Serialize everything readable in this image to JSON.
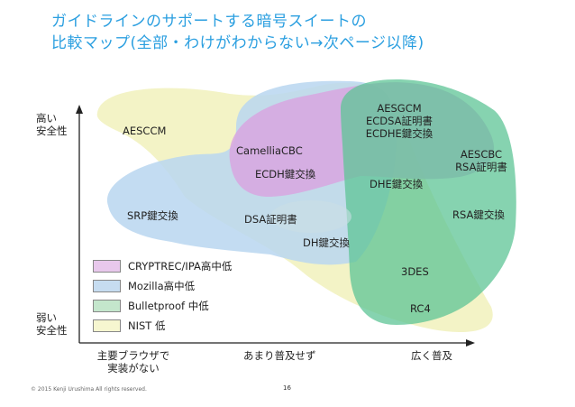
{
  "title": {
    "line1": "ガイドラインのサポートする暗号スイートの",
    "line2": "比較マップ(全部・わけがわからない→次ページ以降)"
  },
  "y_axis": {
    "high": "高い\n安全性",
    "low": "弱い\n安全性"
  },
  "x_axis": {
    "left": "主要ブラウザで\n実装がない",
    "middle": "あまり普及せず",
    "right": "広く普及"
  },
  "items": {
    "aesccm": "AESCCM",
    "camellia": "CamelliaCBC",
    "ecdh": "ECDH鍵交換",
    "aesgcm": "AESGCM\nECDSA証明書\nECDHE鍵交換",
    "aescbc": "AESCBC\nRSA証明書",
    "dhe": "DHE鍵交換",
    "srp": "SRP鍵交換",
    "dsa": "DSA証明書",
    "rsa_kx": "RSA鍵交換",
    "dh": "DH鍵交換",
    "des3": "3DES",
    "rc4": "RC4"
  },
  "legend": [
    {
      "label": "CRYPTREC/IPA高中低",
      "color": "#e8c8ec"
    },
    {
      "label": "Mozilla高中低",
      "color": "#c6dcf0"
    },
    {
      "label": "Bulletproof 中低",
      "color": "#c4e6cc"
    },
    {
      "label": "NIST 低",
      "color": "#f6f6d0"
    }
  ],
  "colors": {
    "nist": "#f2f2c0",
    "mozilla": "#b8d6f0",
    "cryptrec": "#d8a6e0",
    "bulletproof": "#5ec496",
    "title": "#2b9fe0"
  },
  "footer": "© 2015 Kenji Urushima All rights reserved.",
  "page_number": "16"
}
